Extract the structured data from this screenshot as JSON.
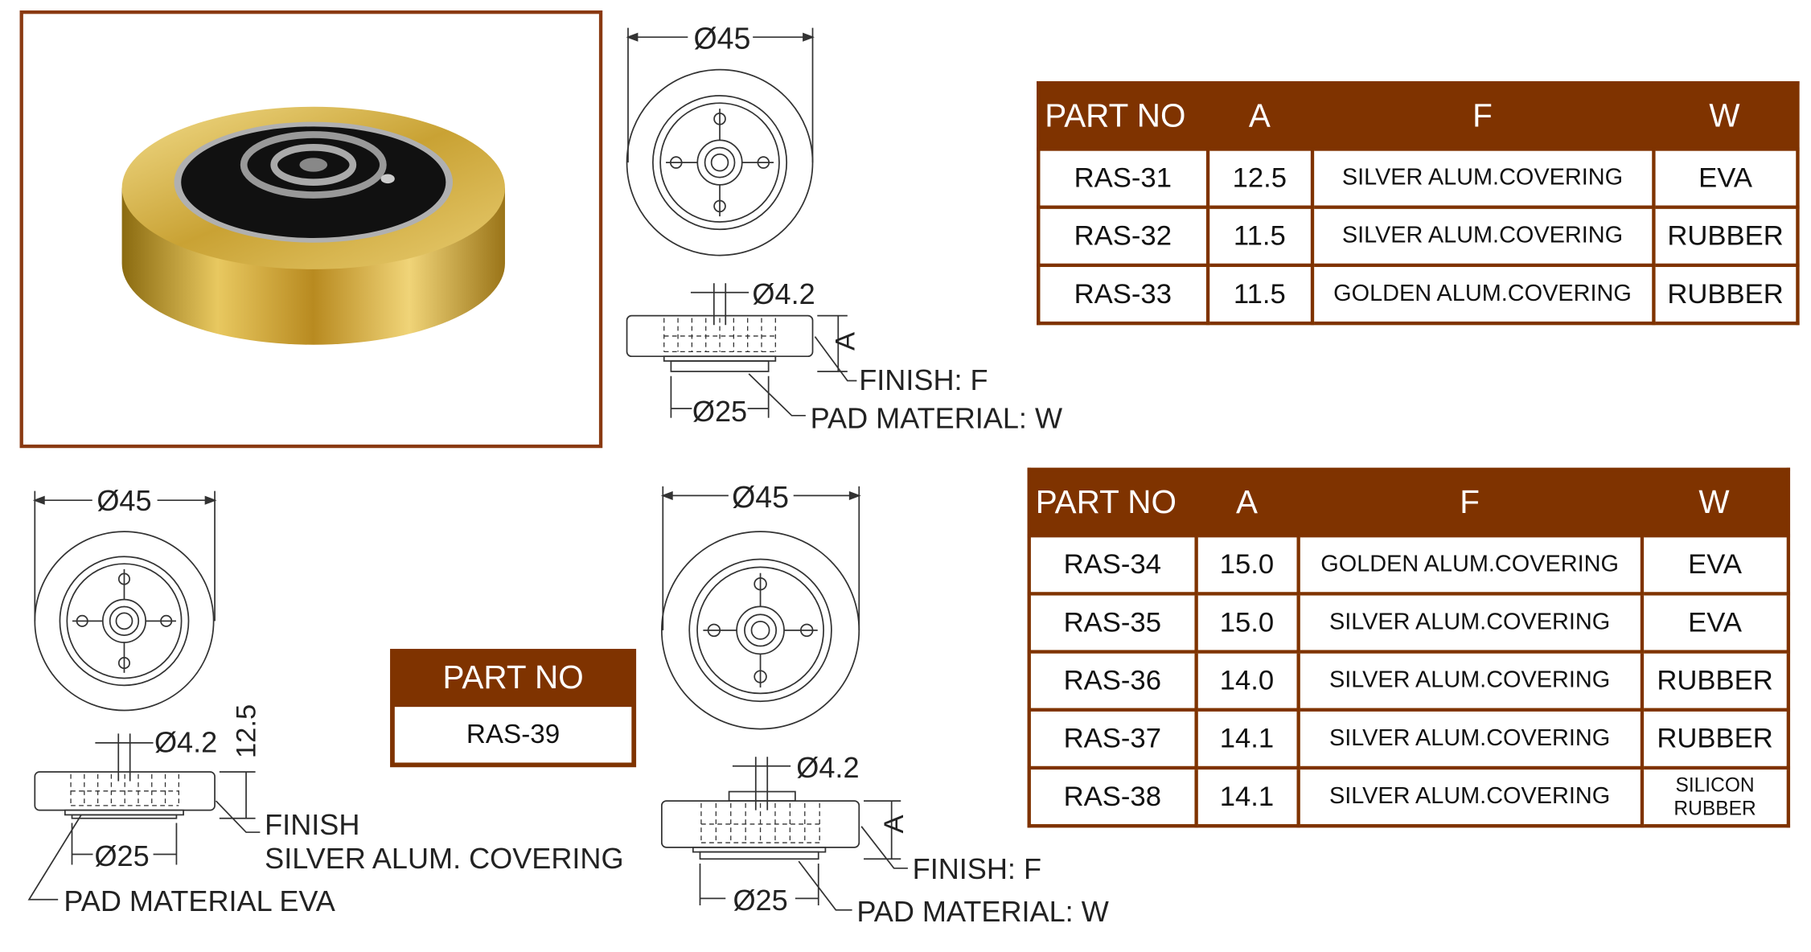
{
  "drawing_top": {
    "dia_outer": "Ø45",
    "dia_hole": "Ø4.2",
    "height_label": "A",
    "dia_pad": "Ø25",
    "finish": "FINISH: F",
    "pad": "PAD MATERIAL: W"
  },
  "drawing_left": {
    "dia_outer": "Ø45",
    "dia_hole": "Ø4.2",
    "height_label": "12.5",
    "dia_pad": "Ø25",
    "finish": "FINISH",
    "finish_value": "SILVER ALUM. COVERING",
    "pad": "PAD MATERIAL EVA"
  },
  "drawing_bottom": {
    "dia_outer": "Ø45",
    "dia_hole": "Ø4.2",
    "height_label": "A",
    "dia_pad": "Ø25",
    "finish": "FINISH: F",
    "pad": "PAD MATERIAL: W"
  },
  "table1": {
    "headers": [
      "PART NO",
      "A",
      "F",
      "W"
    ],
    "rows": [
      [
        "RAS-31",
        "12.5",
        "SILVER ALUM.COVERING",
        "EVA"
      ],
      [
        "RAS-32",
        "11.5",
        "SILVER ALUM.COVERING",
        "RUBBER"
      ],
      [
        "RAS-33",
        "11.5",
        "GOLDEN ALUM.COVERING",
        "RUBBER"
      ]
    ]
  },
  "table2": {
    "headers": [
      "PART NO",
      "A",
      "F",
      "W"
    ],
    "rows": [
      [
        "RAS-34",
        "15.0",
        "GOLDEN ALUM.COVERING",
        "EVA"
      ],
      [
        "RAS-35",
        "15.0",
        "SILVER ALUM.COVERING",
        "EVA"
      ],
      [
        "RAS-36",
        "14.0",
        "SILVER ALUM.COVERING",
        "RUBBER"
      ],
      [
        "RAS-37",
        "14.1",
        "SILVER ALUM.COVERING",
        "RUBBER"
      ],
      [
        "RAS-38",
        "14.1",
        "SILVER ALUM.COVERING",
        "SILICON",
        "RUBBER"
      ]
    ]
  },
  "part_box": {
    "header": "PART NO",
    "value": "RAS-39"
  },
  "colors": {
    "brand": "#7f3300",
    "gold": "#c9a234"
  }
}
